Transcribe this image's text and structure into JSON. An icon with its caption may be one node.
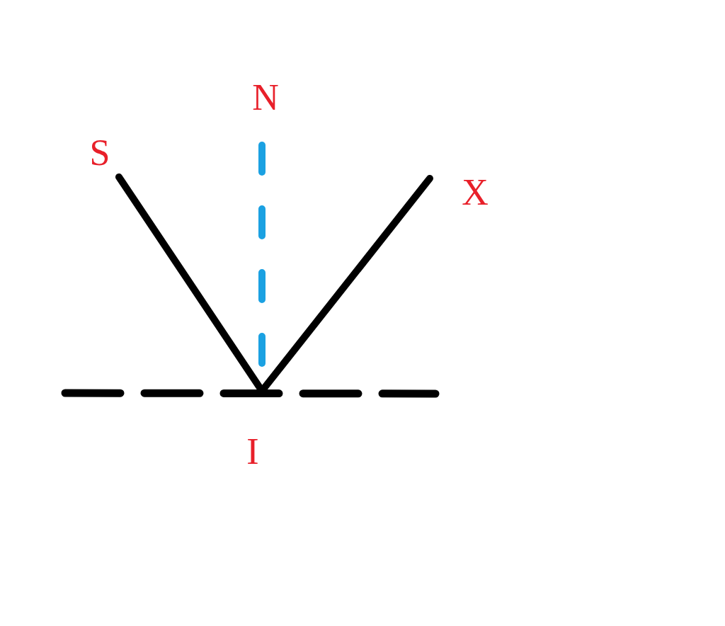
{
  "diagram": {
    "nodes": [
      {
        "text": [
          "S"
        ]
      },
      {
        "text": [
          "N"
        ]
      },
      {
        "text": [
          "X"
        ]
      },
      {
        "text": [
          "I"
        ]
      }
    ],
    "edges": [
      {
        "from": 0,
        "to": 3,
        "arrow": "none"
      },
      {
        "from": 1,
        "to": 3,
        "arrow": "none",
        "style": "dashed",
        "color": "#1ba1e2"
      },
      {
        "from": 3,
        "to": 2,
        "arrow": "none"
      }
    ]
  }
}
